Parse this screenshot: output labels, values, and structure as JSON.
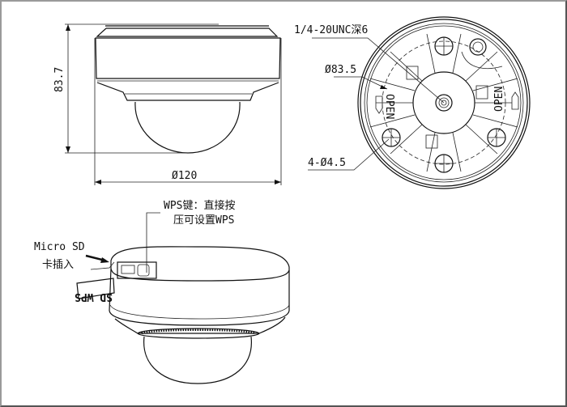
{
  "side_view": {
    "height_label": "83.7",
    "diameter_label": "Ø120"
  },
  "bottom_view": {
    "thread_label": "1/4-20UNC深6",
    "circle_label": "Ø83.5",
    "holes_label": "4-Ø4.5",
    "open_mark": "OPEN"
  },
  "perspective_view": {
    "wps_label_line1": "WPS键：直接按",
    "wps_label_line2": "压可设置WPS",
    "sd_label_line1": "Micro SD",
    "sd_label_line2": "卡插入",
    "cover_text": "SD WPS"
  }
}
